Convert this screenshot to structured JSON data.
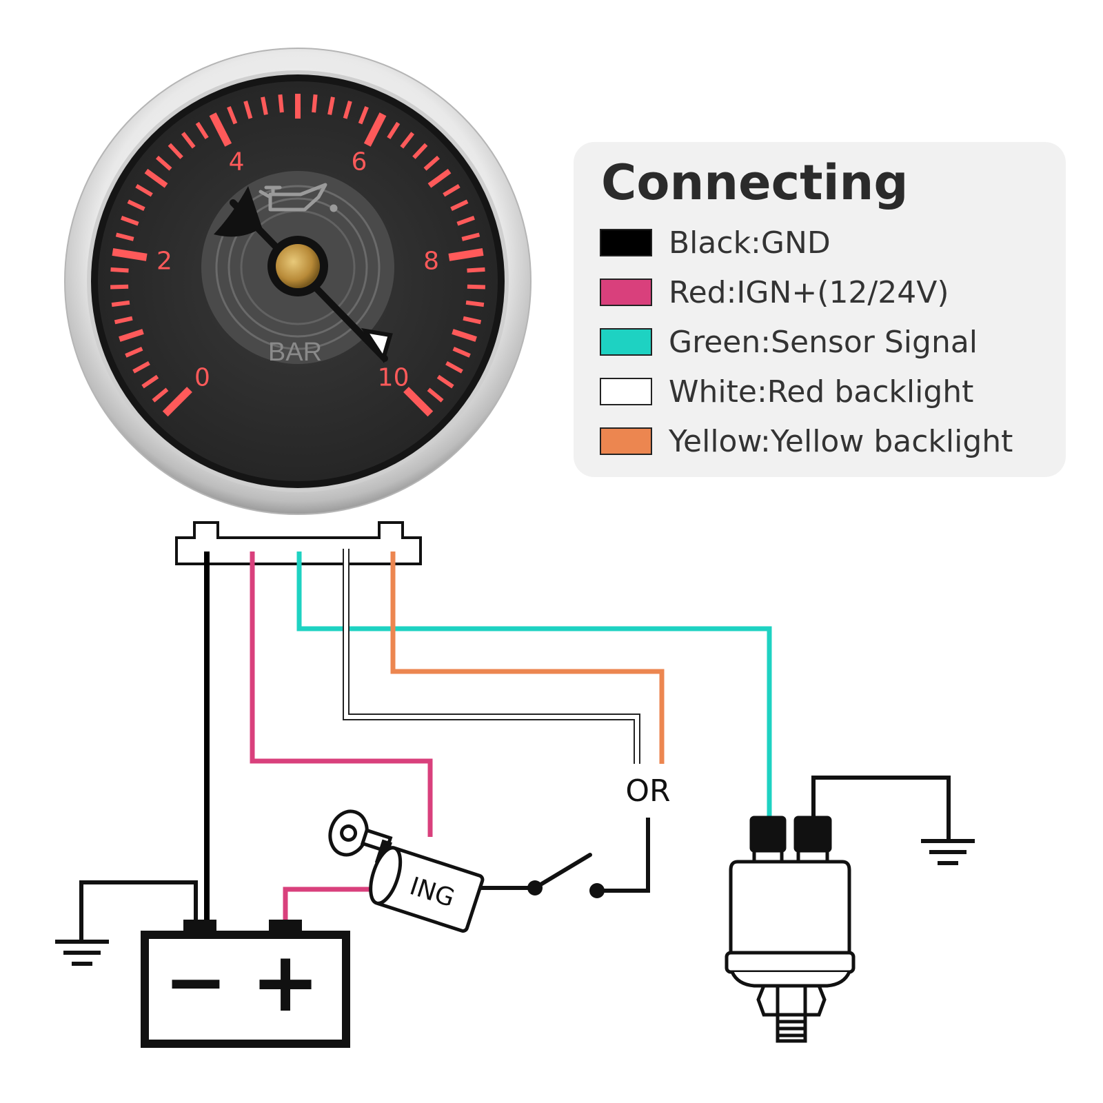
{
  "legend": {
    "title": "Connecting",
    "items": [
      {
        "label": "Black:GND",
        "color": "#000000"
      },
      {
        "label": "Red:IGN+(12/24V)",
        "color": "#d9407c"
      },
      {
        "label": "Green:Sensor Signal",
        "color": "#1ed2c2"
      },
      {
        "label": "White:Red backlight",
        "color": "#ffffff"
      },
      {
        "label": "Yellow:Yellow backlight",
        "color": "#ec8650"
      }
    ]
  },
  "gauge": {
    "unit": "BAR",
    "scale_labels": [
      "0",
      "2",
      "4",
      "6",
      "8",
      "10"
    ],
    "scale_min": 0,
    "scale_max": 10,
    "needle_value": 10,
    "tick_color": "#ff5a5a",
    "icon": "oil-can-icon"
  },
  "diagram": {
    "or_label": "OR",
    "ignition_label": "ING",
    "battery_minus": "−",
    "battery_plus": "+",
    "wire_colors": {
      "black": "#000000",
      "red": "#d9407c",
      "green": "#1ed2c2",
      "white": "#ffffff",
      "yellow": "#ec8650"
    }
  }
}
